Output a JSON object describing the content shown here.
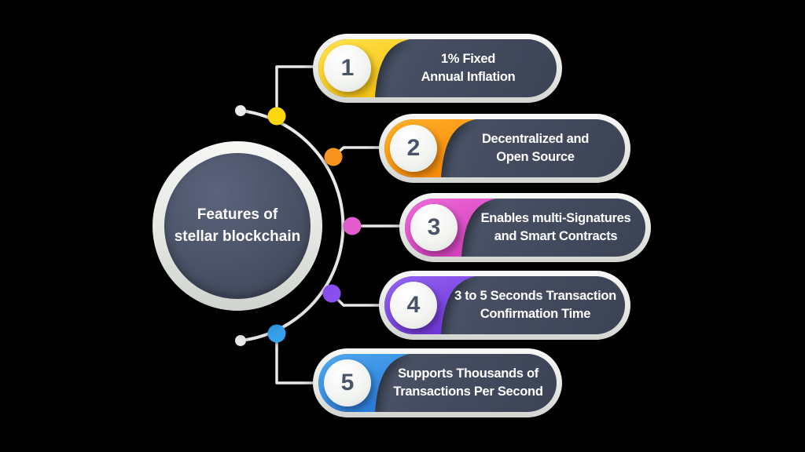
{
  "title": {
    "line1": "Features of",
    "line2": "stellar blockchain"
  },
  "items": [
    {
      "number": "1",
      "line1": "1% Fixed",
      "line2": "Annual Inflation",
      "accent_start": "#ffe14a",
      "accent_end": "#f5bb02",
      "dot": "#ffd60a"
    },
    {
      "number": "2",
      "line1": "Decentralized and",
      "line2": "Open Source",
      "accent_start": "#ffb029",
      "accent_end": "#f57f00",
      "dot": "#f8941d"
    },
    {
      "number": "3",
      "line1": "Enables multi-Signatures",
      "line2": "and Smart Contracts",
      "accent_start": "#ee6ad8",
      "accent_end": "#cb32b4",
      "dot": "#e35ccb"
    },
    {
      "number": "4",
      "line1": "3 to 5 Seconds Transaction",
      "line2": "Confirmation Time",
      "accent_start": "#9565f2",
      "accent_end": "#6527cf",
      "dot": "#8a4ff0"
    },
    {
      "number": "5",
      "line1": "Supports Thousands of",
      "line2": "Transactions Per Second",
      "accent_start": "#4fa9f0",
      "accent_end": "#1f6fd4",
      "dot": "#35a1ef"
    }
  ],
  "colors": {
    "line": "#e9e9e7",
    "end_dot": "#ebebe9",
    "pill_body": "#454e61",
    "number_text": "#4a5468",
    "label_text": "#ffffff"
  }
}
